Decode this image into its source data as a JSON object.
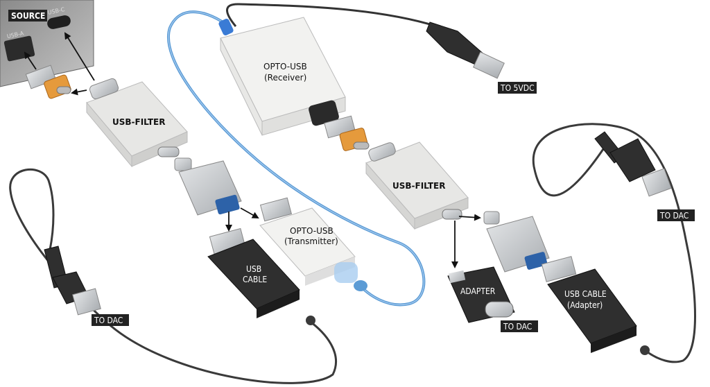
{
  "labels": {
    "source": "SOURCE",
    "usb_a_port": "USB-A",
    "usb_c_port": "USB-C",
    "usb_filter_1": "USB-FILTER",
    "usb_filter_2": "USB-FILTER",
    "opto_receiver_line1": "OPTO-USB",
    "opto_receiver_line2": "(Receiver)",
    "opto_transmitter_line1": "OPTO-USB",
    "opto_transmitter_line2": "(Transmitter)",
    "usb_cable_line1": "USB",
    "usb_cable_line2": "CABLE",
    "usb_cable_adapter_line1": "USB CABLE",
    "usb_cable_adapter_line2": "(Adapter)",
    "adapter": "ADAPTER",
    "to_5vdc": "TO 5VDC",
    "to_dac_left": "TO DAC",
    "to_dac_middle": "TO DAC",
    "to_dac_right": "TO DAC"
  },
  "colors": {
    "optical_cable": "#5b9bd5",
    "tag_background": "#222222",
    "dark_component": "#3a3a3a",
    "metal": "#c9cccf"
  }
}
